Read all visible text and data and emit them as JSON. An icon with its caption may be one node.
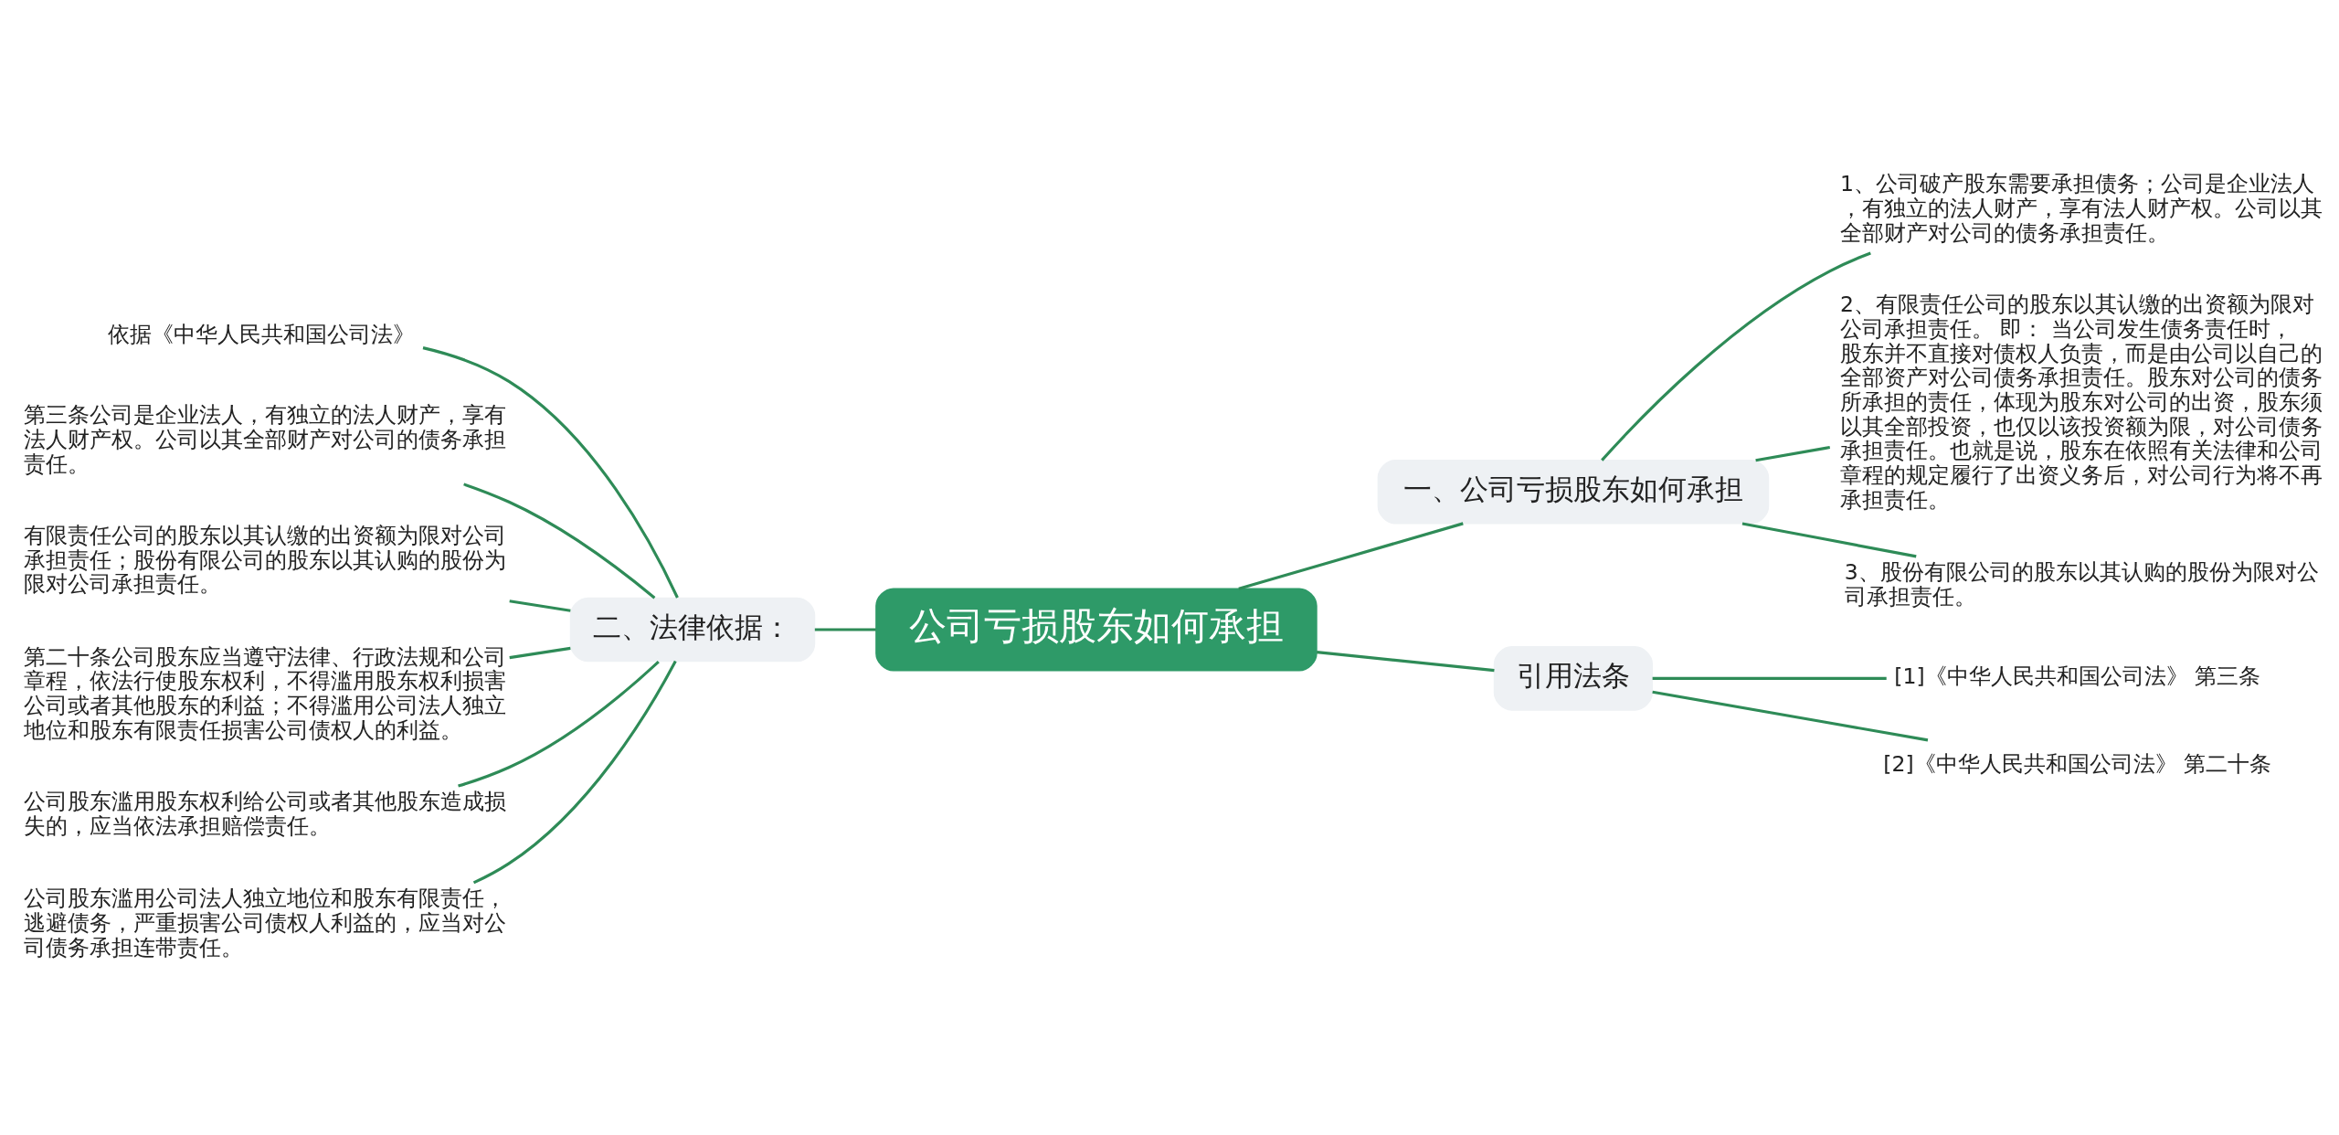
{
  "diagram": {
    "nodes": [
      {
        "text": [
          "公司亏损股东如何承担"
        ]
      },
      {
        "text": [
          "一、公司亏损股东如何承担"
        ]
      },
      {
        "text": [
          "1、公司破产股东需要承担债务；公司是企业法人，有独立的法人财产，享有法人财产权。公司以其全部财产对公司的债务承担责任。"
        ]
      },
      {
        "text": [
          "2、有限责任公司的股东以其认缴的出资额为限对公司承担责任。 即： 当公司发生债务责任时，股东并不直接对债权人负责，而是由公司以自己的全部资产对公司债务承担责任。股东对公司的债务所承担的责任，体现为股东对公司的出资，股东须以其全部投资，也仅以该投资额为限，对公司债务承担责任。也就是说，股东在依照有关法律和公司章程的规定履行了出资义务后，对公司行为将不再承担责任。"
        ]
      },
      {
        "text": [
          "3、股份有限公司的股东以其认购的股份为限对公司承担责任。"
        ]
      },
      {
        "text": [
          "引用法条"
        ]
      },
      {
        "text": [
          "[1]《中华人民共和国公司法》 第三条"
        ]
      },
      {
        "text": [
          "[2]《中华人民共和国公司法》 第二十条"
        ]
      },
      {
        "text": [
          "二、法律依据："
        ]
      },
      {
        "text": [
          "依据《中华人民共和国公司法》"
        ]
      },
      {
        "text": [
          "第三条公司是企业法人，有独立的法人财产，享有法人财产权。公司以其全部财产对公司的债务承担责任。"
        ]
      },
      {
        "text": [
          "有限责任公司的股东以其认缴的出资额为限对公司承担责任；股份有限公司的股东以其认购的股份为限对公司承担责任。"
        ]
      },
      {
        "text": [
          "第二十条公司股东应当遵守法律、行政法规和公司章程，依法行使股东权利，不得滥用股东权利损害公司或者其他股东的利益；不得滥用公司法人独立地位和股东有限责任损害公司债权人的利益。"
        ]
      },
      {
        "text": [
          "公司股东滥用股东权利给公司或者其他股东造成损失的，应当依法承担赔偿责任。"
        ]
      },
      {
        "text": [
          "公司股东滥用公司法人独立地位和股东有限责任，逃避债务，严重损害公司债权人利益的，应当对公司债务承担连带责任。"
        ]
      }
    ],
    "edges": [
      {
        "from": 0,
        "to": 1,
        "arrow": "none"
      },
      {
        "from": 1,
        "to": 2,
        "arrow": "none"
      },
      {
        "from": 1,
        "to": 3,
        "arrow": "none"
      },
      {
        "from": 1,
        "to": 4,
        "arrow": "none"
      },
      {
        "from": 0,
        "to": 5,
        "arrow": "none"
      },
      {
        "from": 5,
        "to": 6,
        "arrow": "none"
      },
      {
        "from": 5,
        "to": 7,
        "arrow": "none"
      },
      {
        "from": 8,
        "to": 0,
        "arrow": "none"
      },
      {
        "from": 9,
        "to": 8,
        "arrow": "none"
      },
      {
        "from": 10,
        "to": 8,
        "arrow": "none"
      },
      {
        "from": 11,
        "to": 8,
        "arrow": "none"
      },
      {
        "from": 12,
        "to": 8,
        "arrow": "none"
      },
      {
        "from": 13,
        "to": 8,
        "arrow": "none"
      },
      {
        "from": 14,
        "to": 8,
        "arrow": "none"
      }
    ]
  }
}
